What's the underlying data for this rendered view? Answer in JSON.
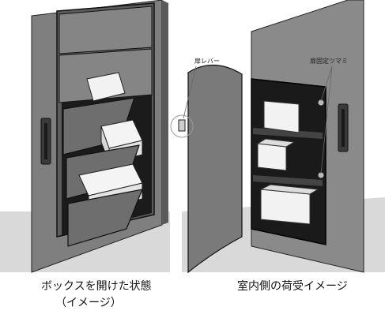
{
  "left_panel": {
    "caption_line1": "ボックスを開けた状態",
    "caption_line2": "（イメージ）"
  },
  "right_panel": {
    "caption": "室内側の荷受イメージ",
    "label_door_lever": "扉レバー",
    "label_knob": "扉固定ツマミ"
  },
  "colors": {
    "wall_dark": "#4a4a4a",
    "wall_light": "#8c8c8c",
    "door_grey": "#7a7a7a",
    "box_interior": "#1a1a1a",
    "parcel_white": "#f2f2f2"
  }
}
